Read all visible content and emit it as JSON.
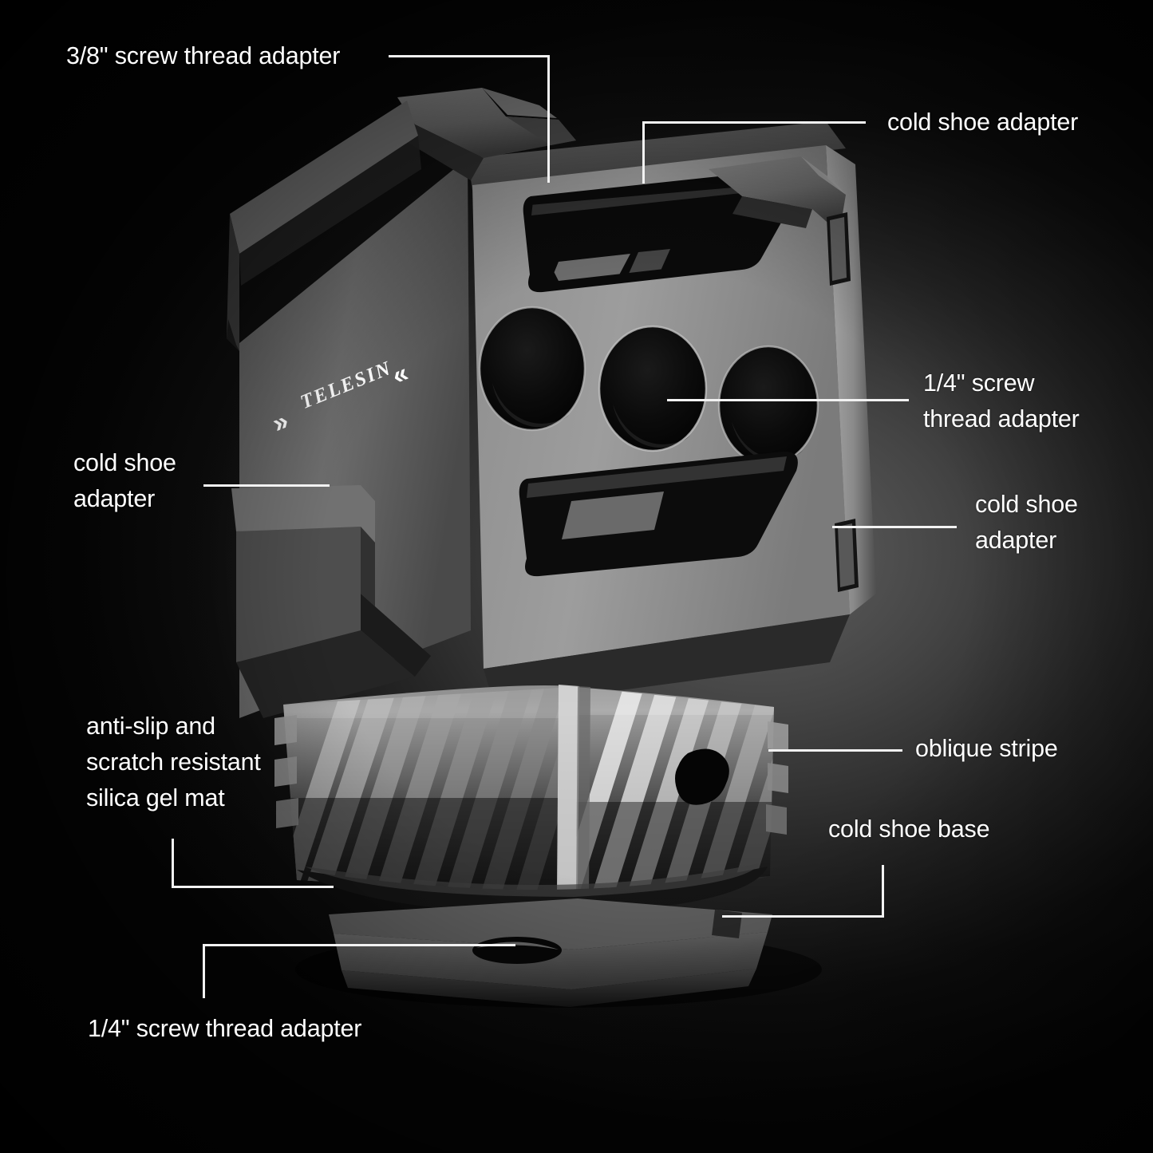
{
  "scene": {
    "background_color": "#050505",
    "glow_color": "#686868",
    "line_color": "#f2f2f2",
    "text_color": "#ffffff"
  },
  "brand": {
    "name": "TELESIN",
    "chevron_left": "»",
    "chevron_right": "«"
  },
  "annotations": [
    {
      "id": "screw38-top",
      "text": "3/8\" screw thread adapter"
    },
    {
      "id": "coldshoe-top",
      "text": "cold shoe adapter"
    },
    {
      "id": "screw14-right",
      "text": "1/4\" screw\nthread adapter"
    },
    {
      "id": "coldshoe-left",
      "text": "cold shoe\nadapter"
    },
    {
      "id": "coldshoe-right",
      "text": "cold shoe\nadapter"
    },
    {
      "id": "silica-mat",
      "text": "anti-slip and\nscratch resistant\nsilica gel mat"
    },
    {
      "id": "oblique-stripe",
      "text": "oblique stripe"
    },
    {
      "id": "coldshoe-base",
      "text": "cold shoe base"
    },
    {
      "id": "screw14-bottom",
      "text": "1/4\" screw thread adapter"
    }
  ],
  "product": {
    "name": "camera-cage-cold-shoe-adapter",
    "parts": [
      "top-cold-shoe-rail",
      "left-cold-shoe-rail",
      "front-face-plate",
      "quarter-inch-screw-holes",
      "top-slot",
      "bottom-slot",
      "right-side-slots",
      "knurled-oblique-knob",
      "cold-shoe-base-plate",
      "base-screw-hole"
    ]
  }
}
